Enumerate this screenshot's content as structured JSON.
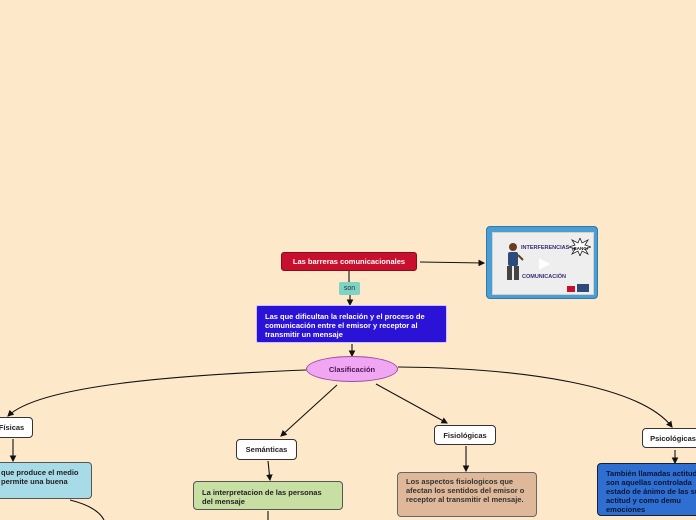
{
  "nodes": {
    "barreras": "Las barreras comunicacionales",
    "son": "son",
    "definicion": "Las que dificultan la relación y el proceso de comunicación entre el emisor y receptor al transmitir un mensaje",
    "clasificacion": "Clasificación",
    "fisicas": "Físicas",
    "fisicas_desc": "que produce el medio permite una buena",
    "semanticas": "Semánticas",
    "semanticas_desc": "La interpretacion de las personas del mensaje",
    "fisiologicas": "Fisiológicas",
    "fisiologicas_desc": "Los aspectos fisiologicos que afectan los sentidos del emisor o receptor al transmitir el mensaje.",
    "psicologicas": "Psicológicas",
    "psicologicas_desc": "También llamadas actitud son aquellas controlada estado de ánimo de las su actitud y como demu emociones"
  },
  "image": {
    "title": "INTERFERENCIAS",
    "subtitle": "COMUNICACIÓN",
    "burst": "¡BANG!"
  },
  "colors": {
    "background": "#fde9c9",
    "barreras": "#c8102e",
    "son": "#7fd3c3",
    "definicion": "#2a12d6",
    "clasificacion": "#f0a6f2",
    "fisicas_desc": "#a8dbe8",
    "semanticas_desc": "#c7dfa3",
    "fisiologicas_desc": "#dfb89a",
    "psicologicas_desc": "#2e6fd1",
    "image_frame": "#4a9ed1"
  }
}
